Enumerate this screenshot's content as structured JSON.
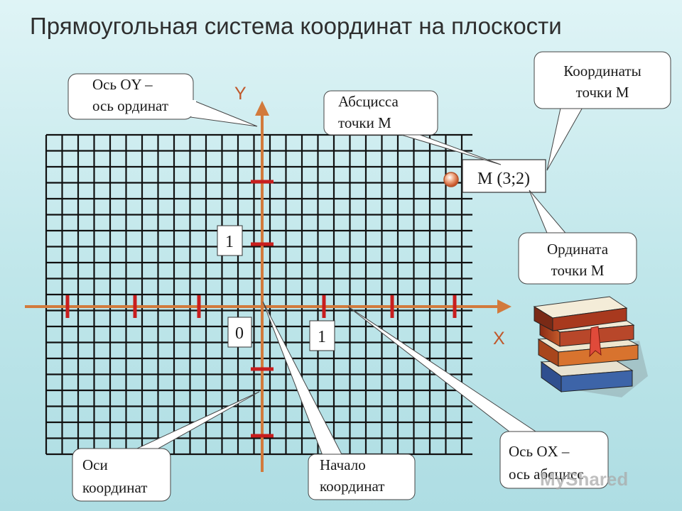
{
  "title": "Прямоугольная система координат на плоскости",
  "axes": {
    "y_letter": "Y",
    "x_letter": "X"
  },
  "ticks": {
    "y_one": "1",
    "origin": "0",
    "x_one": "1"
  },
  "point": {
    "label": "M (3;2)",
    "x": 3,
    "y": 2
  },
  "callouts": {
    "oy": [
      "Ось OY –",
      "ось ординат"
    ],
    "abscissa": [
      "Абсцисса",
      "точки М"
    ],
    "coords": [
      "Координаты",
      "точки М"
    ],
    "ordinate": [
      "Ордината",
      "точки М"
    ],
    "axes": [
      "Оси",
      "координат"
    ],
    "origin": [
      "Начало",
      "координат"
    ],
    "ox": [
      "Ось OX –",
      "ось абсцисс"
    ]
  },
  "watermark": "MyShared",
  "colors": {
    "axis": "#d27a3c",
    "tick": "#c81e1e",
    "grid": "#111111",
    "point": "#e07850"
  },
  "icons": {
    "books": "books-stack-icon"
  }
}
